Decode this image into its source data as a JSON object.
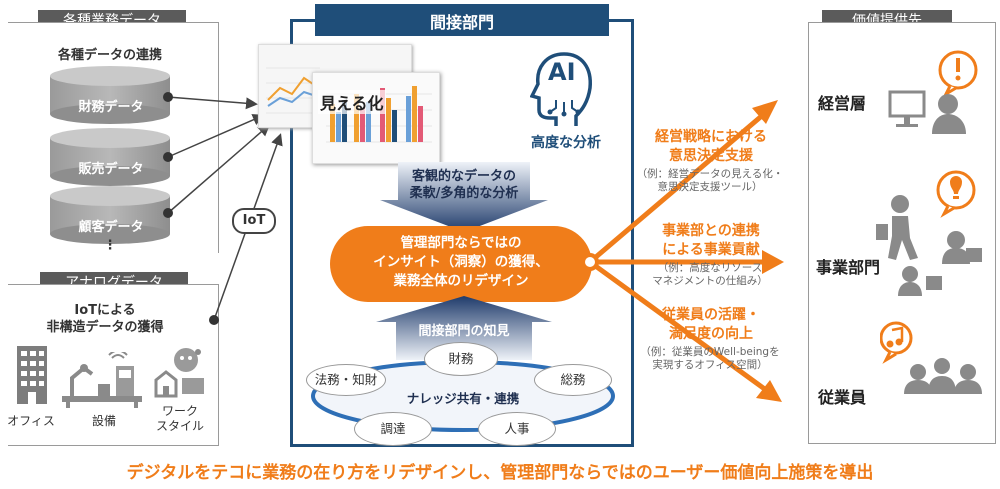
{
  "left": {
    "various_data_title": "各種業務データ",
    "data_link_title": "各種データの連携",
    "cylinders": [
      "財務データ",
      "販売データ",
      "顧客データ"
    ],
    "ellipsis": "⋮",
    "analog_title": "アナログデータ",
    "iot_heading": "IoTによる\n非構造データの獲得",
    "icons": [
      "オフィス",
      "設備",
      "ワーク\nスタイル"
    ],
    "iot_badge": "IoT"
  },
  "center": {
    "title": "間接部門",
    "visualize": "見える化",
    "ai_label": "AI",
    "advanced_analysis": "高度な分析",
    "objective_analysis": "客観的なデータの\n柔軟/多角的な分析",
    "insight": "管理部門ならではの\nインサイト（洞察）の獲得、\n業務全体のリデザイン",
    "knowledge_title": "間接部門の知見",
    "knowledge_center": "ナレッジ共有・連携",
    "knowledge_items": [
      "法務・知財",
      "財務",
      "総務",
      "調達",
      "人事"
    ]
  },
  "middle_right": {
    "item1_title": "経営戦略における\n意思決定支援",
    "item1_sub": "（例：経営データの見える化・\n意思決定支援ツール）",
    "item2_title": "事業部との連携\nによる事業貢献",
    "item2_sub": "（例：高度なリソース\nマネジメントの仕組み）",
    "item3_title": "従業員の活躍・\n満足度の向上",
    "item3_sub": "（例：従業員のWell-beingを\n実現するオフィス空間）"
  },
  "right": {
    "title": "価値提供先",
    "targets": [
      "経営層",
      "事業部門",
      "従業員"
    ]
  },
  "footer": "デジタルをテコに業務の在り方をリデザインし、管理部門ならではのユーザー価値向上施策を導出",
  "colors": {
    "orange": "#f07d1a",
    "navy": "#1f4e79",
    "gray": "#5b5b5b"
  }
}
